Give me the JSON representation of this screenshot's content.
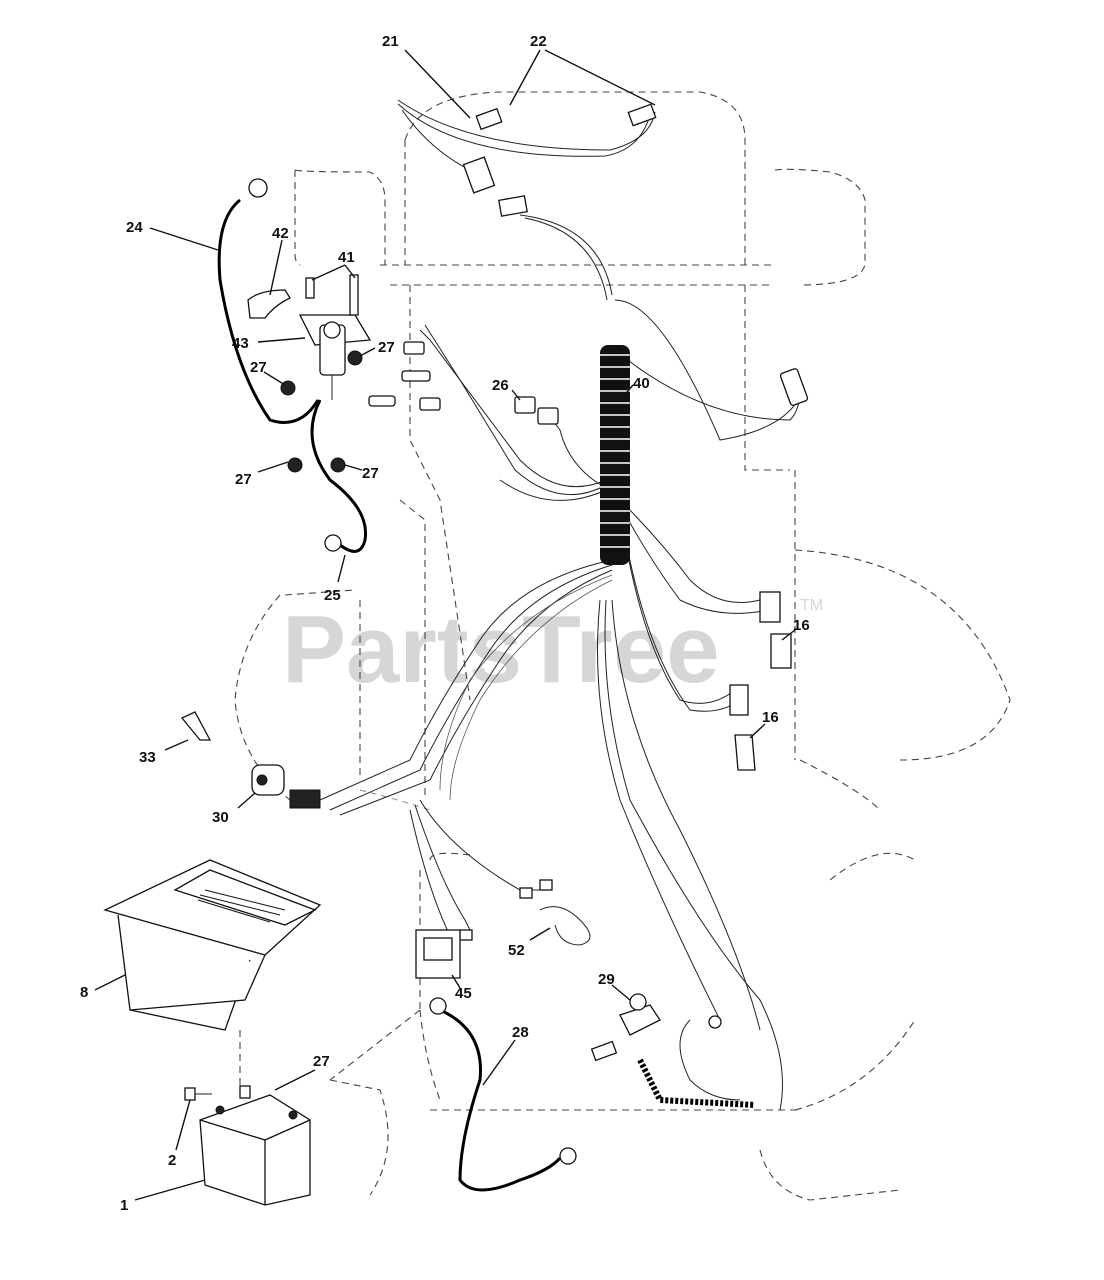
{
  "watermark": {
    "text": "PartsTree",
    "trademark": "TM"
  },
  "callouts": [
    {
      "id": "c21",
      "label": "21"
    },
    {
      "id": "c22",
      "label": "22"
    },
    {
      "id": "c24",
      "label": "24"
    },
    {
      "id": "c42",
      "label": "42"
    },
    {
      "id": "c41",
      "label": "41"
    },
    {
      "id": "c43",
      "label": "43"
    },
    {
      "id": "c27a",
      "label": "27"
    },
    {
      "id": "c27b",
      "label": "27"
    },
    {
      "id": "c27c",
      "label": "27"
    },
    {
      "id": "c27d",
      "label": "27"
    },
    {
      "id": "c26",
      "label": "26"
    },
    {
      "id": "c40",
      "label": "40"
    },
    {
      "id": "c25",
      "label": "25"
    },
    {
      "id": "c16a",
      "label": "16"
    },
    {
      "id": "c16b",
      "label": "16"
    },
    {
      "id": "c33",
      "label": "33"
    },
    {
      "id": "c30",
      "label": "30"
    },
    {
      "id": "c52",
      "label": "52"
    },
    {
      "id": "c8",
      "label": "8"
    },
    {
      "id": "c45",
      "label": "45"
    },
    {
      "id": "c29",
      "label": "29"
    },
    {
      "id": "c28",
      "label": "28"
    },
    {
      "id": "c27e",
      "label": "27"
    },
    {
      "id": "c2",
      "label": "2"
    },
    {
      "id": "c1",
      "label": "1"
    }
  ]
}
